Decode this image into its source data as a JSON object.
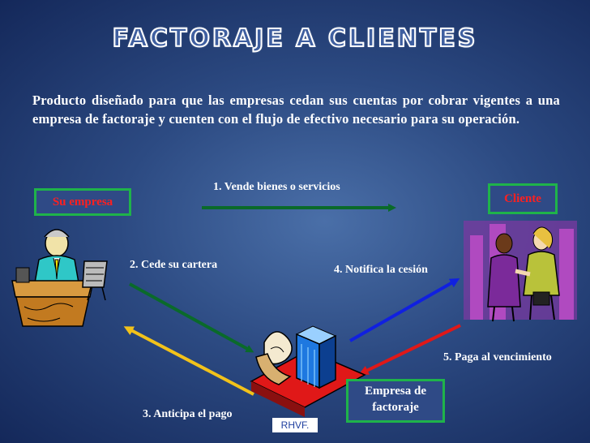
{
  "title": "FACTORAJE A CLIENTES",
  "description": "Producto diseñado para que las empresas cedan sus cuentas por cobrar vigentes a una empresa de factoraje y cuenten con el flujo de efectivo necesario para su operación.",
  "nodes": {
    "su_empresa": "Su empresa",
    "cliente": "Cliente",
    "empresa_factoraje_line1": "Empresa de",
    "empresa_factoraje_line2": "factoraje"
  },
  "steps": {
    "step1": "1. Vende bienes o servicios",
    "step2": "2. Cede su cartera",
    "step3": "3. Anticipa el pago",
    "step4": "4. Notifica la cesión",
    "step5": "5. Paga al vencimiento"
  },
  "credit": "RHVF.",
  "colors": {
    "arrow_sell": "#0a6a2a",
    "arrow_cede": "#0a6a2a",
    "arrow_anticipa": "#f2c21a",
    "arrow_notifica": "#1020e0",
    "arrow_paga": "#e01818",
    "box_border": "#1fb34a",
    "node_label": "#ff2020"
  }
}
